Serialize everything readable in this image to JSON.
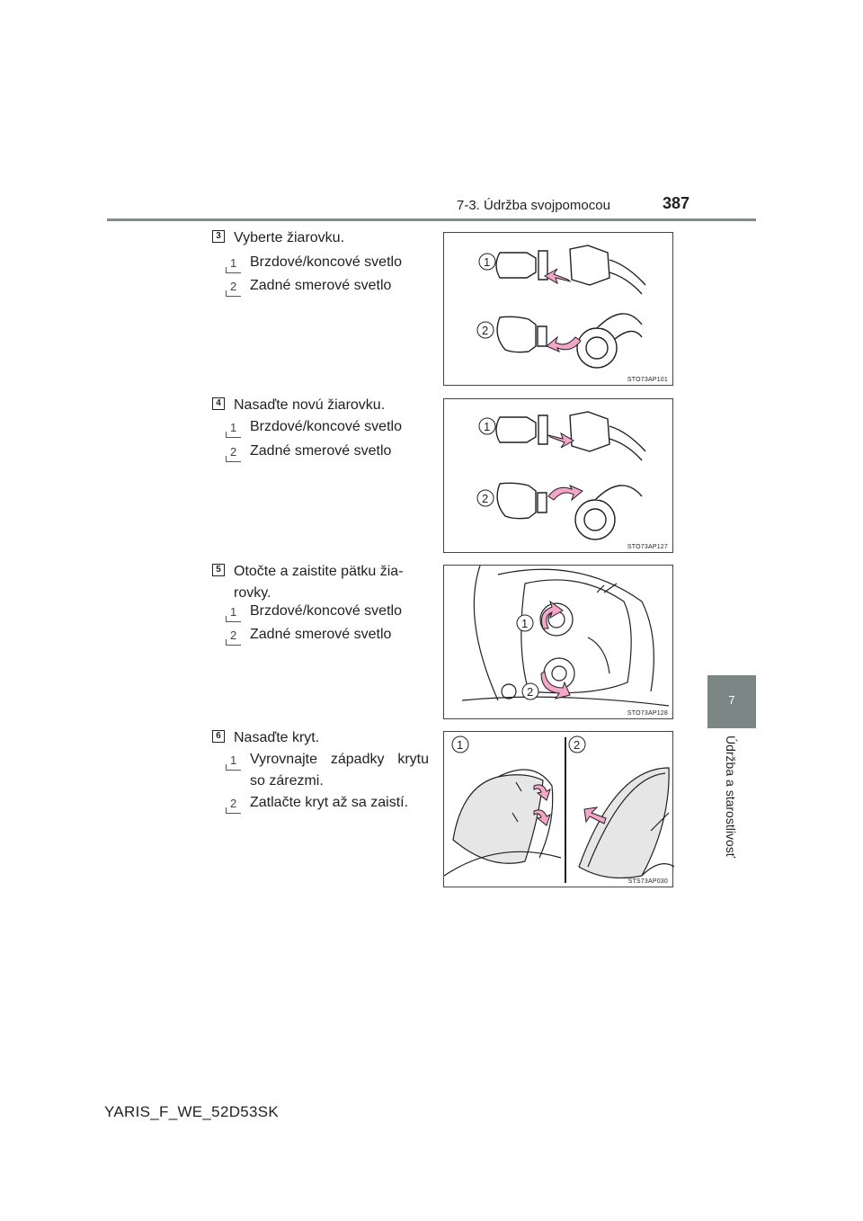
{
  "header": {
    "section": "7-3. Údržba svojpomocou",
    "page_number": "387"
  },
  "side_tab": {
    "chapter_number": "7",
    "chapter_title": "Údržba a starostlivosť"
  },
  "steps": [
    {
      "number": "3",
      "title": "Vyberte žiarovku.",
      "items": [
        {
          "num": "1",
          "text": "Brzdové/koncové svetlo"
        },
        {
          "num": "2",
          "text": "Zadné smerové svetlo"
        }
      ],
      "figure": {
        "code": "STO73AP101",
        "callouts": [
          "1",
          "2"
        ]
      }
    },
    {
      "number": "4",
      "title": "Nasaďte novú žiarovku.",
      "items": [
        {
          "num": "1",
          "text": "Brzdové/koncové svetlo"
        },
        {
          "num": "2",
          "text": "Zadné smerové svetlo"
        }
      ],
      "figure": {
        "code": "STO73AP127",
        "callouts": [
          "1",
          "2"
        ]
      }
    },
    {
      "number": "5",
      "title": "Otočte a zaistite pätku žia-rovky.",
      "items": [
        {
          "num": "1",
          "text": "Brzdové/koncové svetlo"
        },
        {
          "num": "2",
          "text": "Zadné smerové svetlo"
        }
      ],
      "figure": {
        "code": "STO73AP128",
        "callouts": [
          "1",
          "2"
        ]
      }
    },
    {
      "number": "6",
      "title": "Nasaďte kryt.",
      "items": [
        {
          "num": "1",
          "text": "Vyrovnajte západky krytu so zárezmi."
        },
        {
          "num": "2",
          "text": "Zatlačte kryt až sa zaistí."
        }
      ],
      "figure": {
        "code": "STS73AP030",
        "callouts": [
          "1",
          "2"
        ]
      }
    }
  ],
  "footer": {
    "doc_code": "YARIS_F_WE_52D53SK"
  },
  "colors": {
    "arrow_pink": "#f4a6c8",
    "rule_gray": "#7f8c8d",
    "tab_gray": "#7b8785"
  }
}
